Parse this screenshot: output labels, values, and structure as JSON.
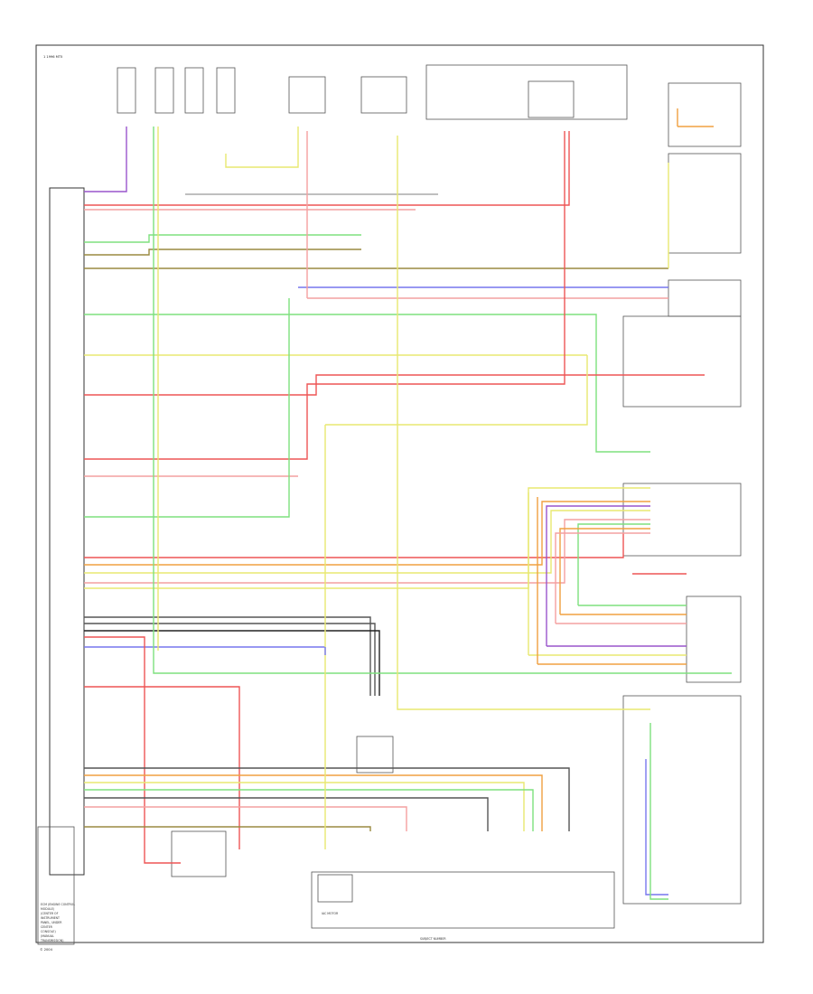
{
  "diagram": {
    "header_label": "1 1996 MT5",
    "footer_left": "© 2004",
    "ecm_block": [
      "ECM (ENGINE CONTROL",
      "MODULE)",
      "(CENTER OF",
      "INSTRUMENT",
      "PANEL, UNDER",
      "CENTER",
      "CONSOLE)",
      "(MANUAL",
      "TRANSMISSION)"
    ],
    "bottom_center_label": "SUBJECT NUMBER",
    "bottom_block_label": "IAC MOTOR",
    "colors": {
      "red": "#ee5555",
      "pink": "#f4a0a0",
      "yellow": "#e8e870",
      "green": "#7ee07e",
      "blue": "#7777ee",
      "violet": "#9955cc",
      "olive": "#9a8a40",
      "orange": "#f0a040",
      "gray": "#555555",
      "black": "#222222"
    }
  }
}
